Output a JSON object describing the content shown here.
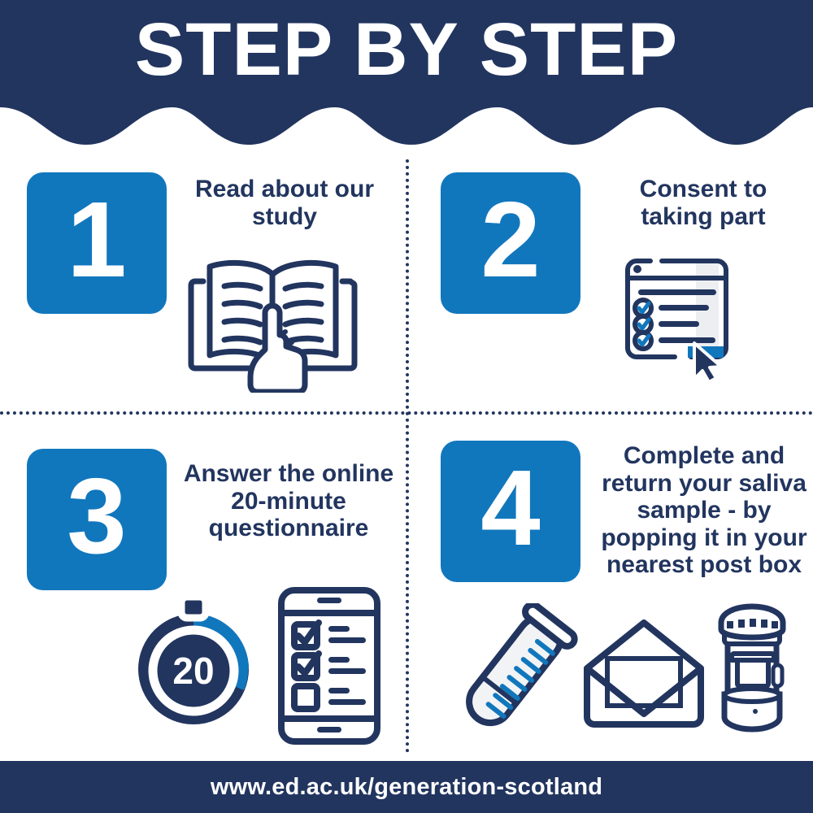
{
  "header": {
    "title": "STEP BY STEP",
    "background_color": "#22355f",
    "text_color": "#ffffff"
  },
  "theme": {
    "navy": "#22355f",
    "blue": "#1177bd",
    "white": "#ffffff",
    "page_background": "#ffffff"
  },
  "steps": [
    {
      "number": "1",
      "heading": "Read about our study",
      "icon": "open-book-with-pointing-hand-icon"
    },
    {
      "number": "2",
      "heading": "Consent to taking part",
      "icon": "consent-form-checklist-window-icon"
    },
    {
      "number": "3",
      "heading": "Answer the online 20-minute questionnaire",
      "icon_timer": "stopwatch-20-minutes-icon",
      "icon_phone": "mobile-questionnaire-checklist-icon",
      "timer_value": "20"
    },
    {
      "number": "4",
      "heading": "Complete and return your saliva sample - by popping it in your nearest post box",
      "icon_tube": "saliva-sample-test-tube-icon",
      "icon_envelope": "open-envelope-letter-icon",
      "icon_postbox": "pillar-post-box-icon"
    }
  ],
  "footer": {
    "url": "www.ed.ac.uk/generation-scotland",
    "background_color": "#22355f"
  }
}
